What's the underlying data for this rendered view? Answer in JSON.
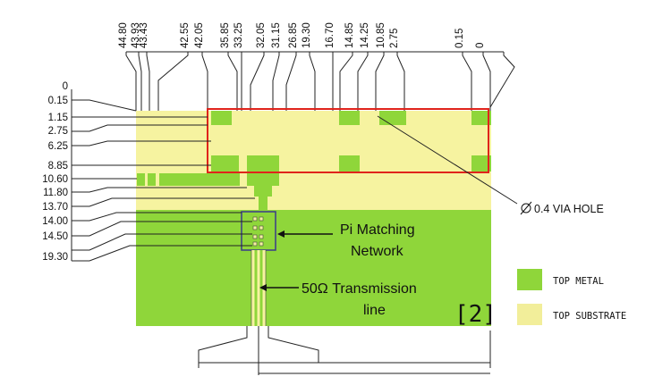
{
  "top_dimensions": [
    "44.80",
    "43.93",
    "43.43",
    "42.55",
    "42.05",
    "35.85",
    "33.25",
    "32.05",
    "31.15",
    "26.85",
    "19.30",
    "16.70",
    "14.85",
    "14.25",
    "10.85",
    "2.75",
    "0.15",
    "0"
  ],
  "left_dimensions": [
    "0",
    "0.15",
    "1.15",
    "2.75",
    "6.25",
    "8.85",
    "10.60",
    "11.80",
    "13.70",
    "14.00",
    "14.50",
    "19.30"
  ],
  "annotations": {
    "via_hole": "0.4 VIA HOLE",
    "pi_matching_line1": "Pi Matching",
    "pi_matching_line2": "Network",
    "transmission_line1": "50Ω Transmission",
    "transmission_line2": "line",
    "reference": "[2]"
  },
  "legend": [
    {
      "label": "TOP METAL",
      "color": "#8fd63a"
    },
    {
      "label": "TOP SUBSTRATE",
      "color": "#f2ee9a"
    }
  ],
  "colors": {
    "metal": "#8fd63a",
    "substrate": "#f6f3a0",
    "highlight": "#e0241b",
    "line": "#222222"
  }
}
